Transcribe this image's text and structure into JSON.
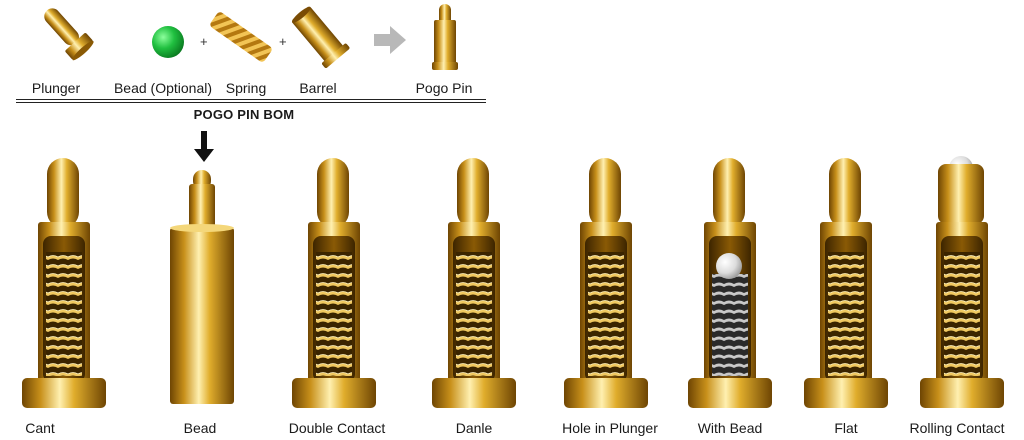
{
  "bom": {
    "parts": [
      {
        "label": "Plunger"
      },
      {
        "label": "Bead (Optional)"
      },
      {
        "label": "Spring"
      },
      {
        "label": "Barrel"
      },
      {
        "label": "Pogo Pin"
      }
    ],
    "plus_symbol": "+",
    "title": "POGO PIN BOM"
  },
  "pins": [
    {
      "label": "Cant"
    },
    {
      "label": "Bead"
    },
    {
      "label": "Double Contact"
    },
    {
      "label": "Danle"
    },
    {
      "label": "Hole in Plunger"
    },
    {
      "label": "With Bead"
    },
    {
      "label": "Flat"
    },
    {
      "label": "Rolling Contact"
    }
  ],
  "colors": {
    "gold_light": "#ffe79a",
    "gold_mid": "#d9a520",
    "gold_dark": "#8a5a05",
    "bead_green": "#20c040",
    "arrow_gray": "#b8b8b8",
    "steel": "#b8b8b8"
  }
}
